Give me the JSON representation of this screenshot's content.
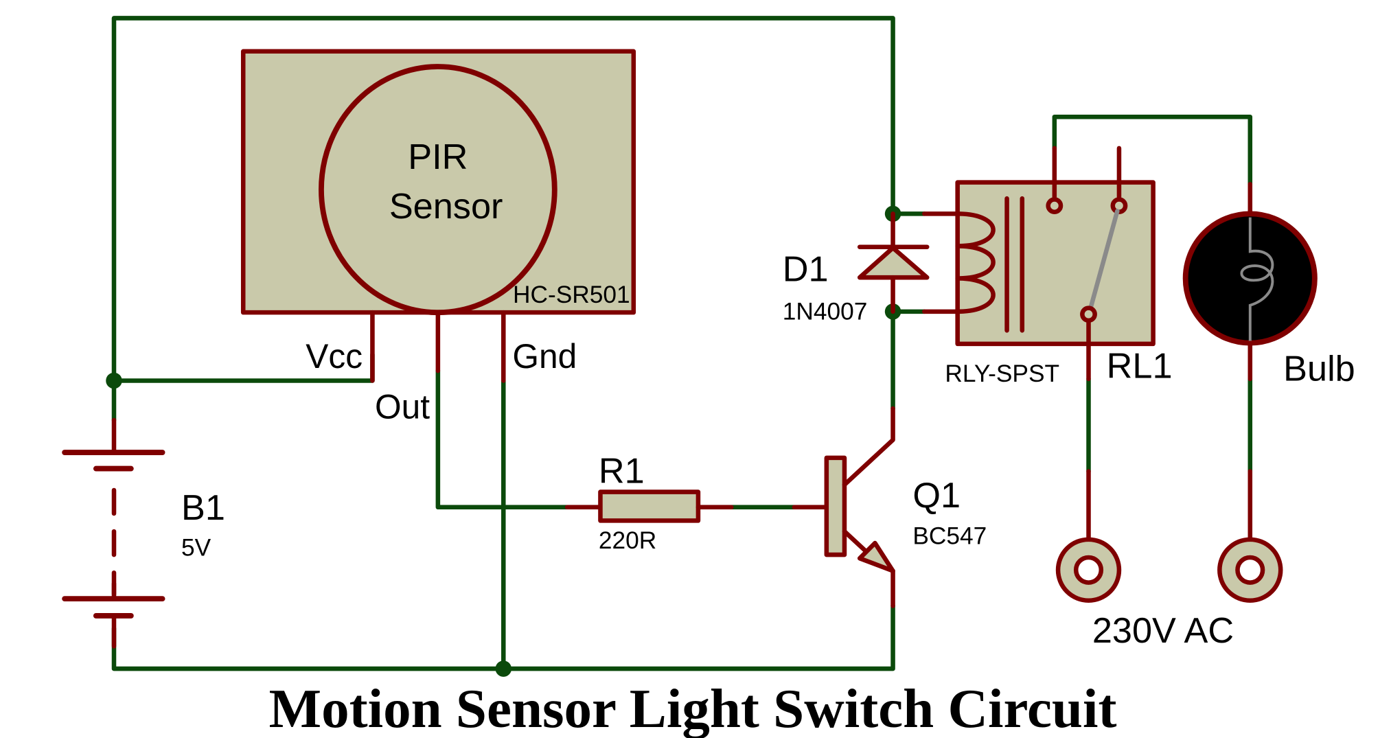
{
  "title": "Motion Sensor Light Switch Circuit",
  "colors": {
    "wire": "#0b4a0b",
    "component_outline": "#7f0000",
    "component_fill": "#c9c9aa",
    "bulb_fill": "#000000",
    "switch_arm": "#8a8a8a",
    "text": "#000000"
  },
  "components": {
    "pir": {
      "name_line1": "PIR",
      "name_line2": "Sensor",
      "part": "HC-SR501",
      "pins": {
        "vcc": "Vcc",
        "out": "Out",
        "gnd": "Gnd"
      }
    },
    "battery": {
      "ref": "B1",
      "value": "5V"
    },
    "resistor": {
      "ref": "R1",
      "value": "220R"
    },
    "transistor": {
      "ref": "Q1",
      "part": "BC547"
    },
    "diode": {
      "ref": "D1",
      "part": "1N4007"
    },
    "relay": {
      "ref": "RL1",
      "part": "RLY-SPST"
    },
    "bulb": {
      "label": "Bulb"
    },
    "ac_source": {
      "label": "230V AC"
    }
  }
}
